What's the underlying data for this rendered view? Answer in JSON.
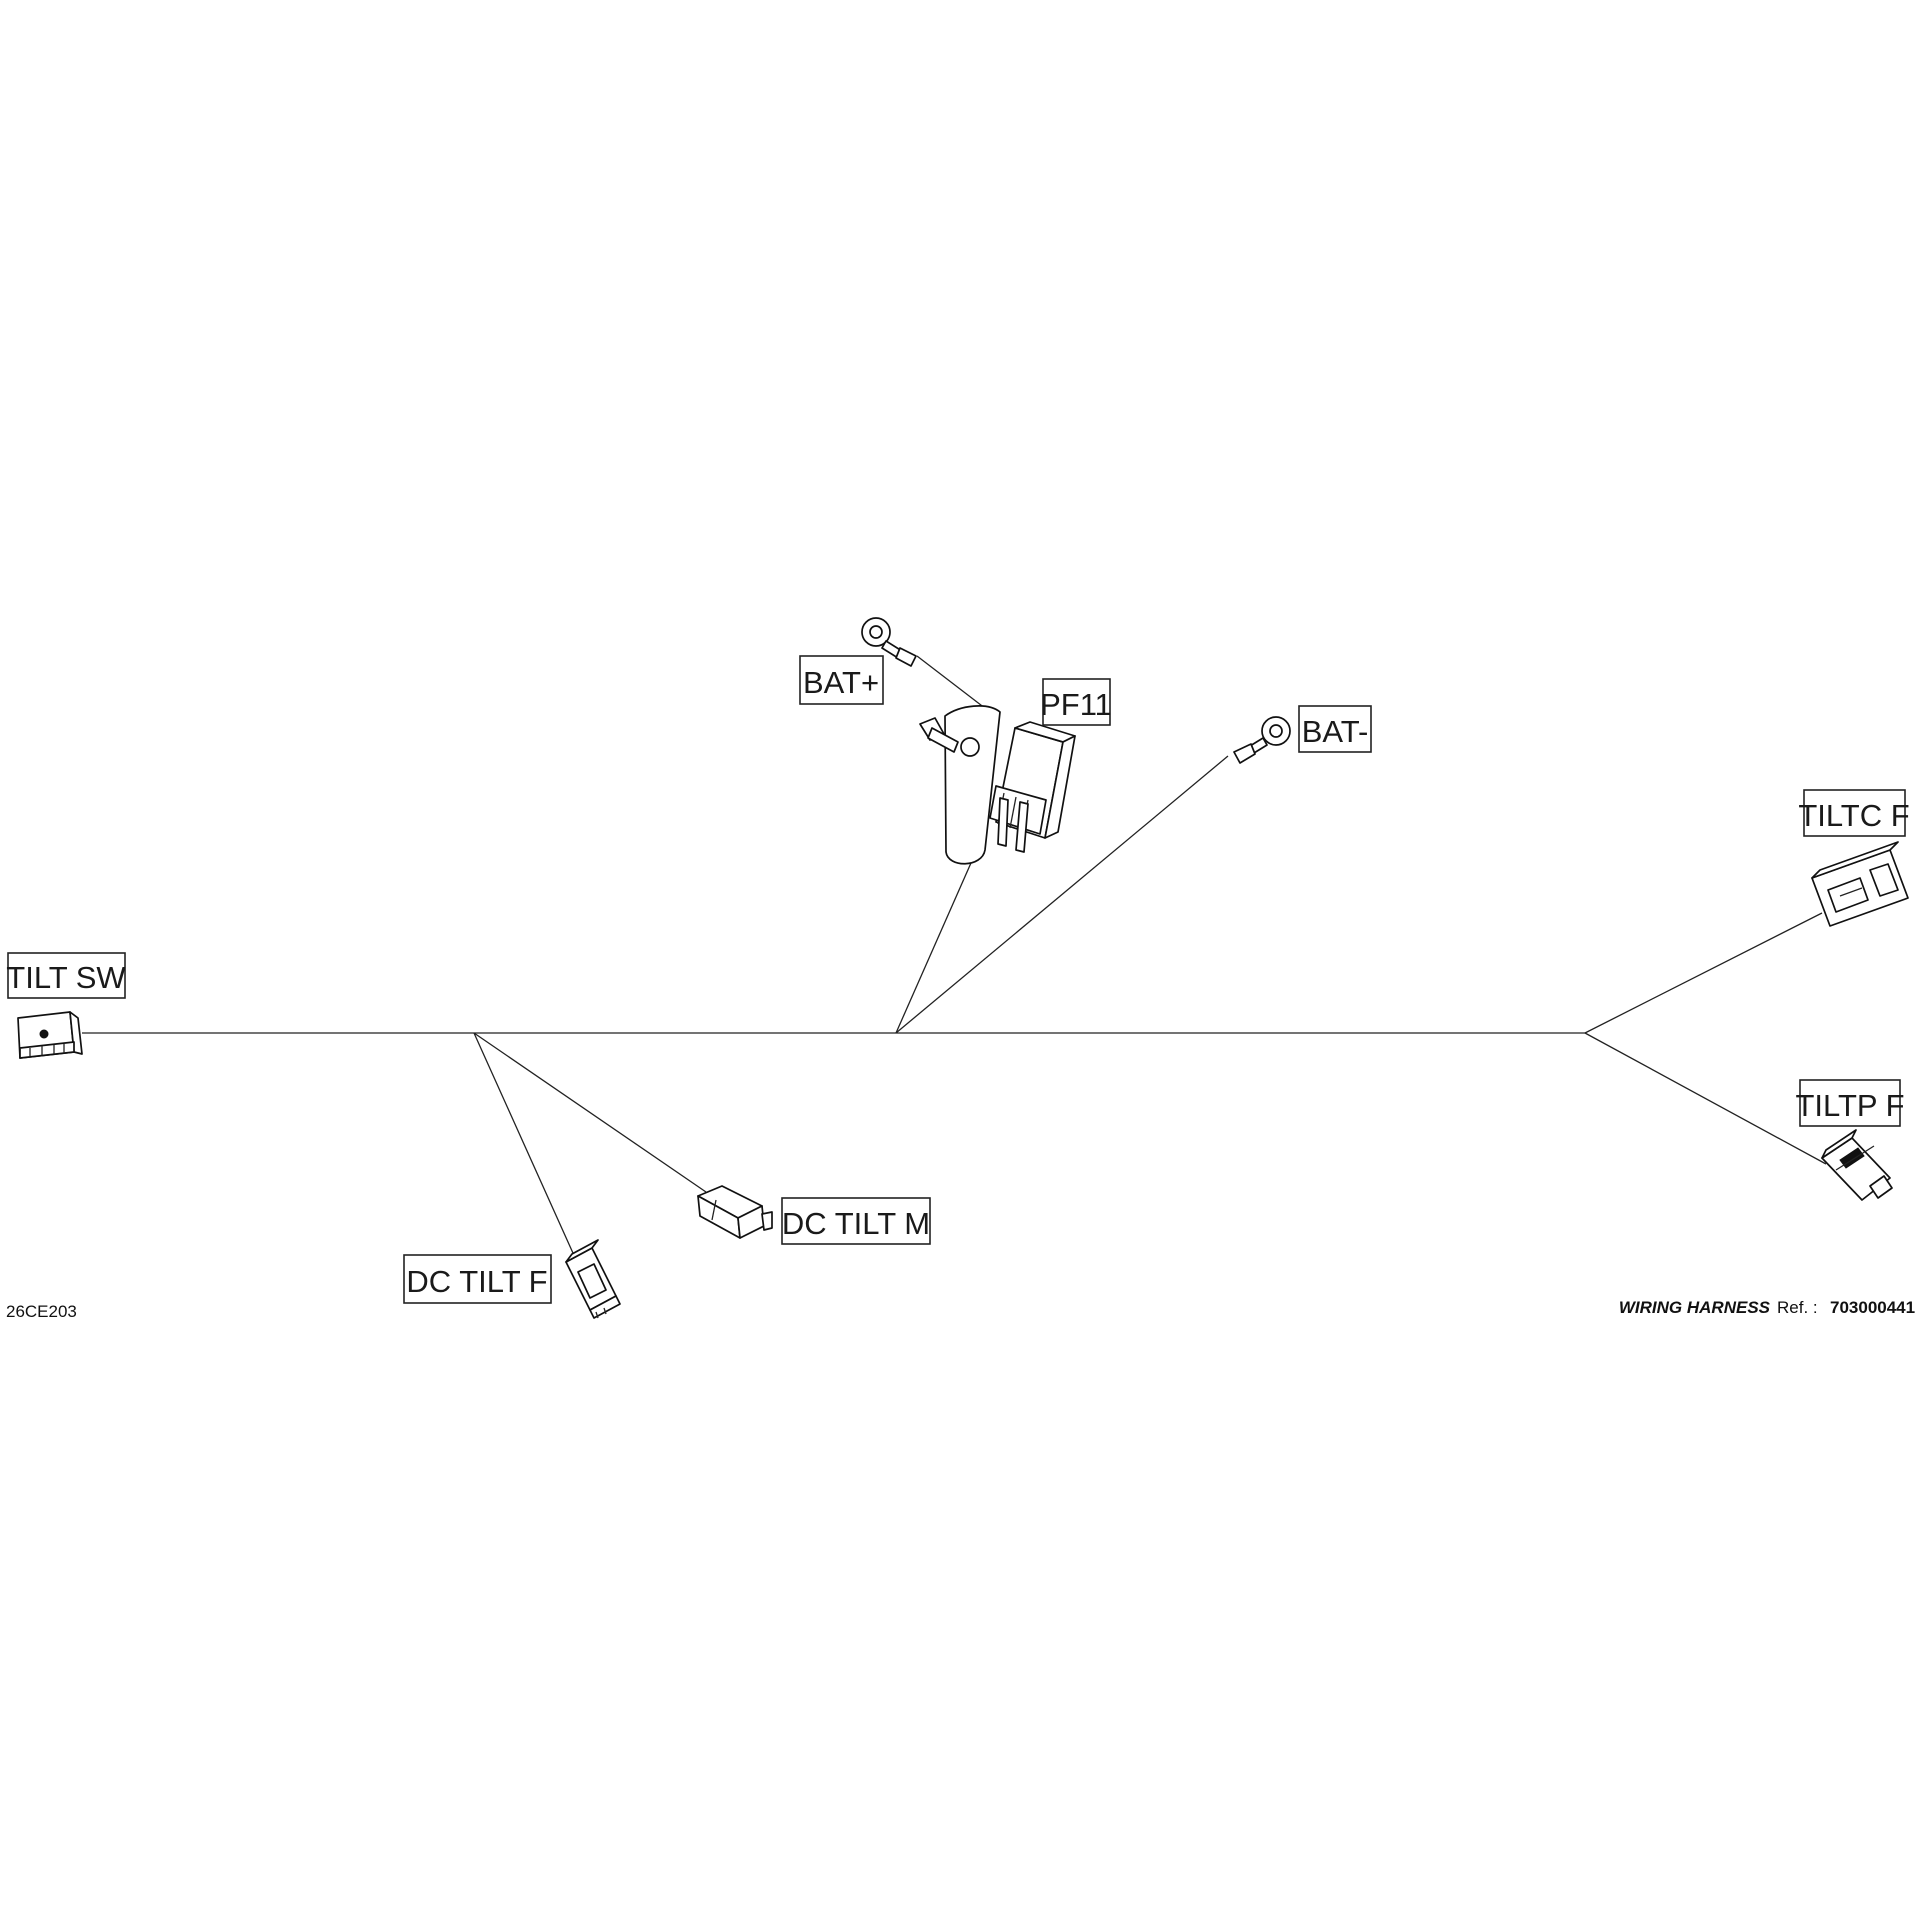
{
  "diagram": {
    "labels": {
      "bat_pos": "BAT+",
      "pf11": "PF11",
      "bat_neg": "BAT-",
      "tiltc_f": "TILTC F",
      "tilt_sw": "TILT SW",
      "tiltp_f": "TILTP F",
      "dc_tilt_m": "DC TILT M",
      "dc_tilt_f": "DC TILT F"
    },
    "drawing_code": "26CE203",
    "footer": {
      "title": "WIRING HARNESS",
      "ref_label": "Ref. :",
      "ref_number": "703000441"
    },
    "icons": {
      "ring_terminal": "ring-terminal-icon",
      "fuse_holder": "fuse-holder-icon",
      "connector": "connector-icon"
    }
  }
}
